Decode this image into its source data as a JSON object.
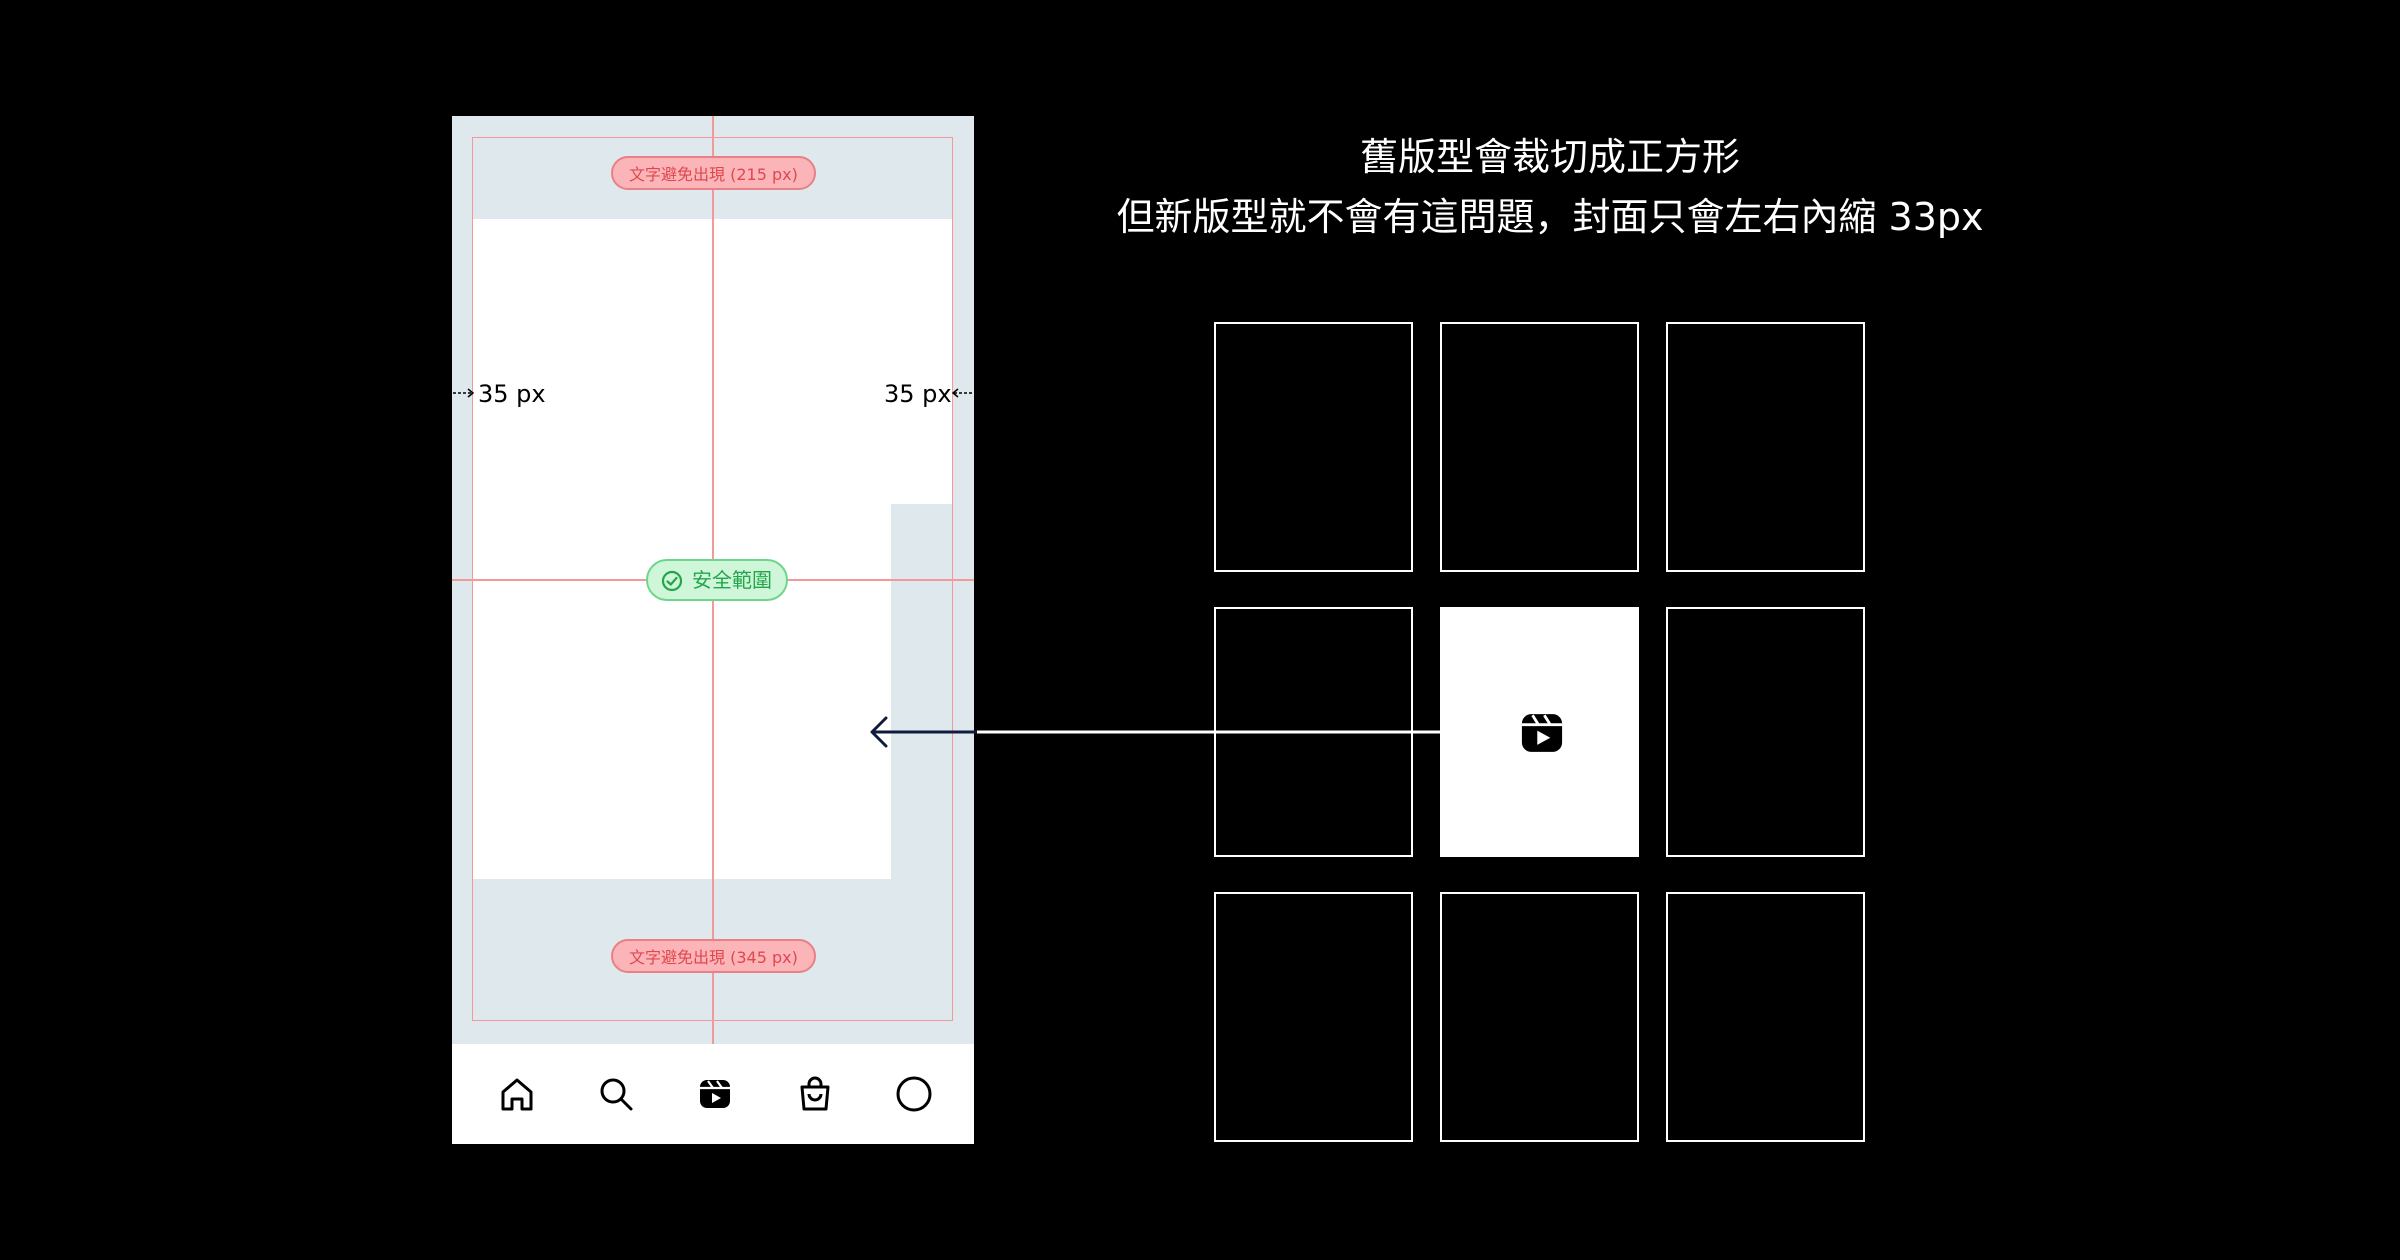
{
  "heading": {
    "line1": "舊版型會裁切成正方形",
    "line2": "但新版型就不會有這問題，封面只會左右內縮 33px"
  },
  "phone": {
    "top_avoid_label": "文字避免出現 (215 px)",
    "bottom_avoid_label": "文字避免出現 (345 px)",
    "safe_zone_label": "安全範圍",
    "left_margin_label": "35 px",
    "right_margin_label": "35 px",
    "nav_icons": [
      "home-icon",
      "search-icon",
      "reels-icon",
      "shop-icon",
      "profile-icon"
    ]
  },
  "grid": {
    "rows": 3,
    "columns": 3,
    "active_tile": 4,
    "active_tile_icon": "reels-icon"
  },
  "colors": {
    "background": "#000000",
    "overlay": "#dfe8ec",
    "guide_line": "#f29a9a",
    "avoid_pill": "#fbb5b8",
    "avoid_text": "#e0474f",
    "safe_pill": "#cff6d8",
    "safe_text": "#23a64b",
    "arrow": "#0f1b3c"
  }
}
